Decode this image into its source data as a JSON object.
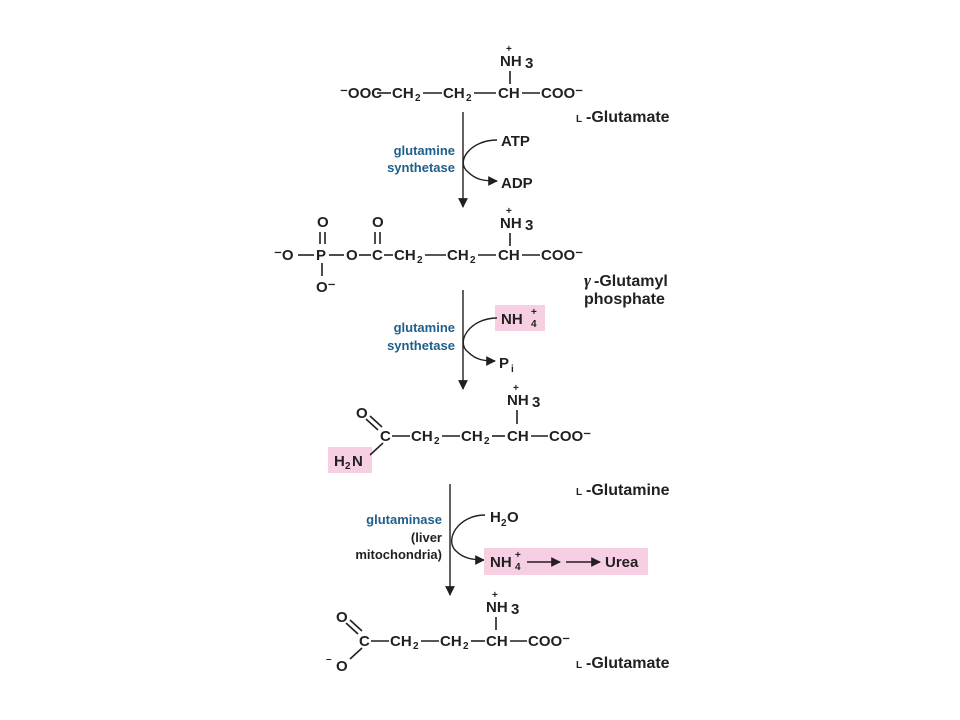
{
  "colors": {
    "ink": "#231f20",
    "enzyme": "#1f5f8b",
    "highlight": "#f6cfe2"
  },
  "glutamate_1": {
    "groups": [
      "⁻OOC",
      "CH",
      "2",
      "CH",
      "2",
      "CH",
      "COO⁻"
    ],
    "amino": {
      "charge": "+",
      "group": "NH",
      "sub": "3"
    },
    "name_prefix": "L",
    "name": "-Glutamate"
  },
  "step_1": {
    "enzyme": [
      "glutamine",
      "synthetase"
    ],
    "input": "ATP",
    "output": "ADP"
  },
  "glutamyl_phosphate": {
    "oxo": [
      "O",
      "O"
    ],
    "groups": [
      "⁻O",
      "P",
      "O",
      "C",
      "CH",
      "2",
      "CH",
      "2",
      "CH",
      "COO⁻"
    ],
    "lower_o": "O⁻",
    "amino": {
      "charge": "+",
      "group": "NH",
      "sub": "3"
    },
    "name_greek": "γ",
    "name_line1": "-Glutamyl",
    "name_line2": "phosphate"
  },
  "step_2": {
    "enzyme": [
      "glutamine",
      "synthetase"
    ],
    "input": {
      "group": "NH",
      "charge": "+",
      "sub": "4"
    },
    "output": {
      "group": "P",
      "sub": "i"
    }
  },
  "glutamine": {
    "oxo": "O",
    "groups": [
      "C",
      "CH",
      "2",
      "CH",
      "2",
      "CH",
      "COO⁻"
    ],
    "amide": {
      "h": "H",
      "sub": "2",
      "n": "N"
    },
    "amino": {
      "charge": "+",
      "group": "NH",
      "sub": "3"
    },
    "name_prefix": "L",
    "name": "-Glutamine"
  },
  "step_3": {
    "enzyme": [
      "glutaminase",
      "(liver",
      "mitochondria)"
    ],
    "input": {
      "h": "H",
      "sub": "2",
      "o": "O"
    },
    "output": {
      "group": "NH",
      "charge": "+",
      "sub": "4",
      "product": "Urea"
    }
  },
  "glutamate_2": {
    "oxo": "O",
    "groups": [
      "C",
      "CH",
      "2",
      "CH",
      "2",
      "CH",
      "COO⁻"
    ],
    "lower_o": "O",
    "lower_charge": "–",
    "amino": {
      "charge": "+",
      "group": "NH",
      "sub": "3"
    },
    "name_prefix": "L",
    "name": "-Glutamate"
  }
}
